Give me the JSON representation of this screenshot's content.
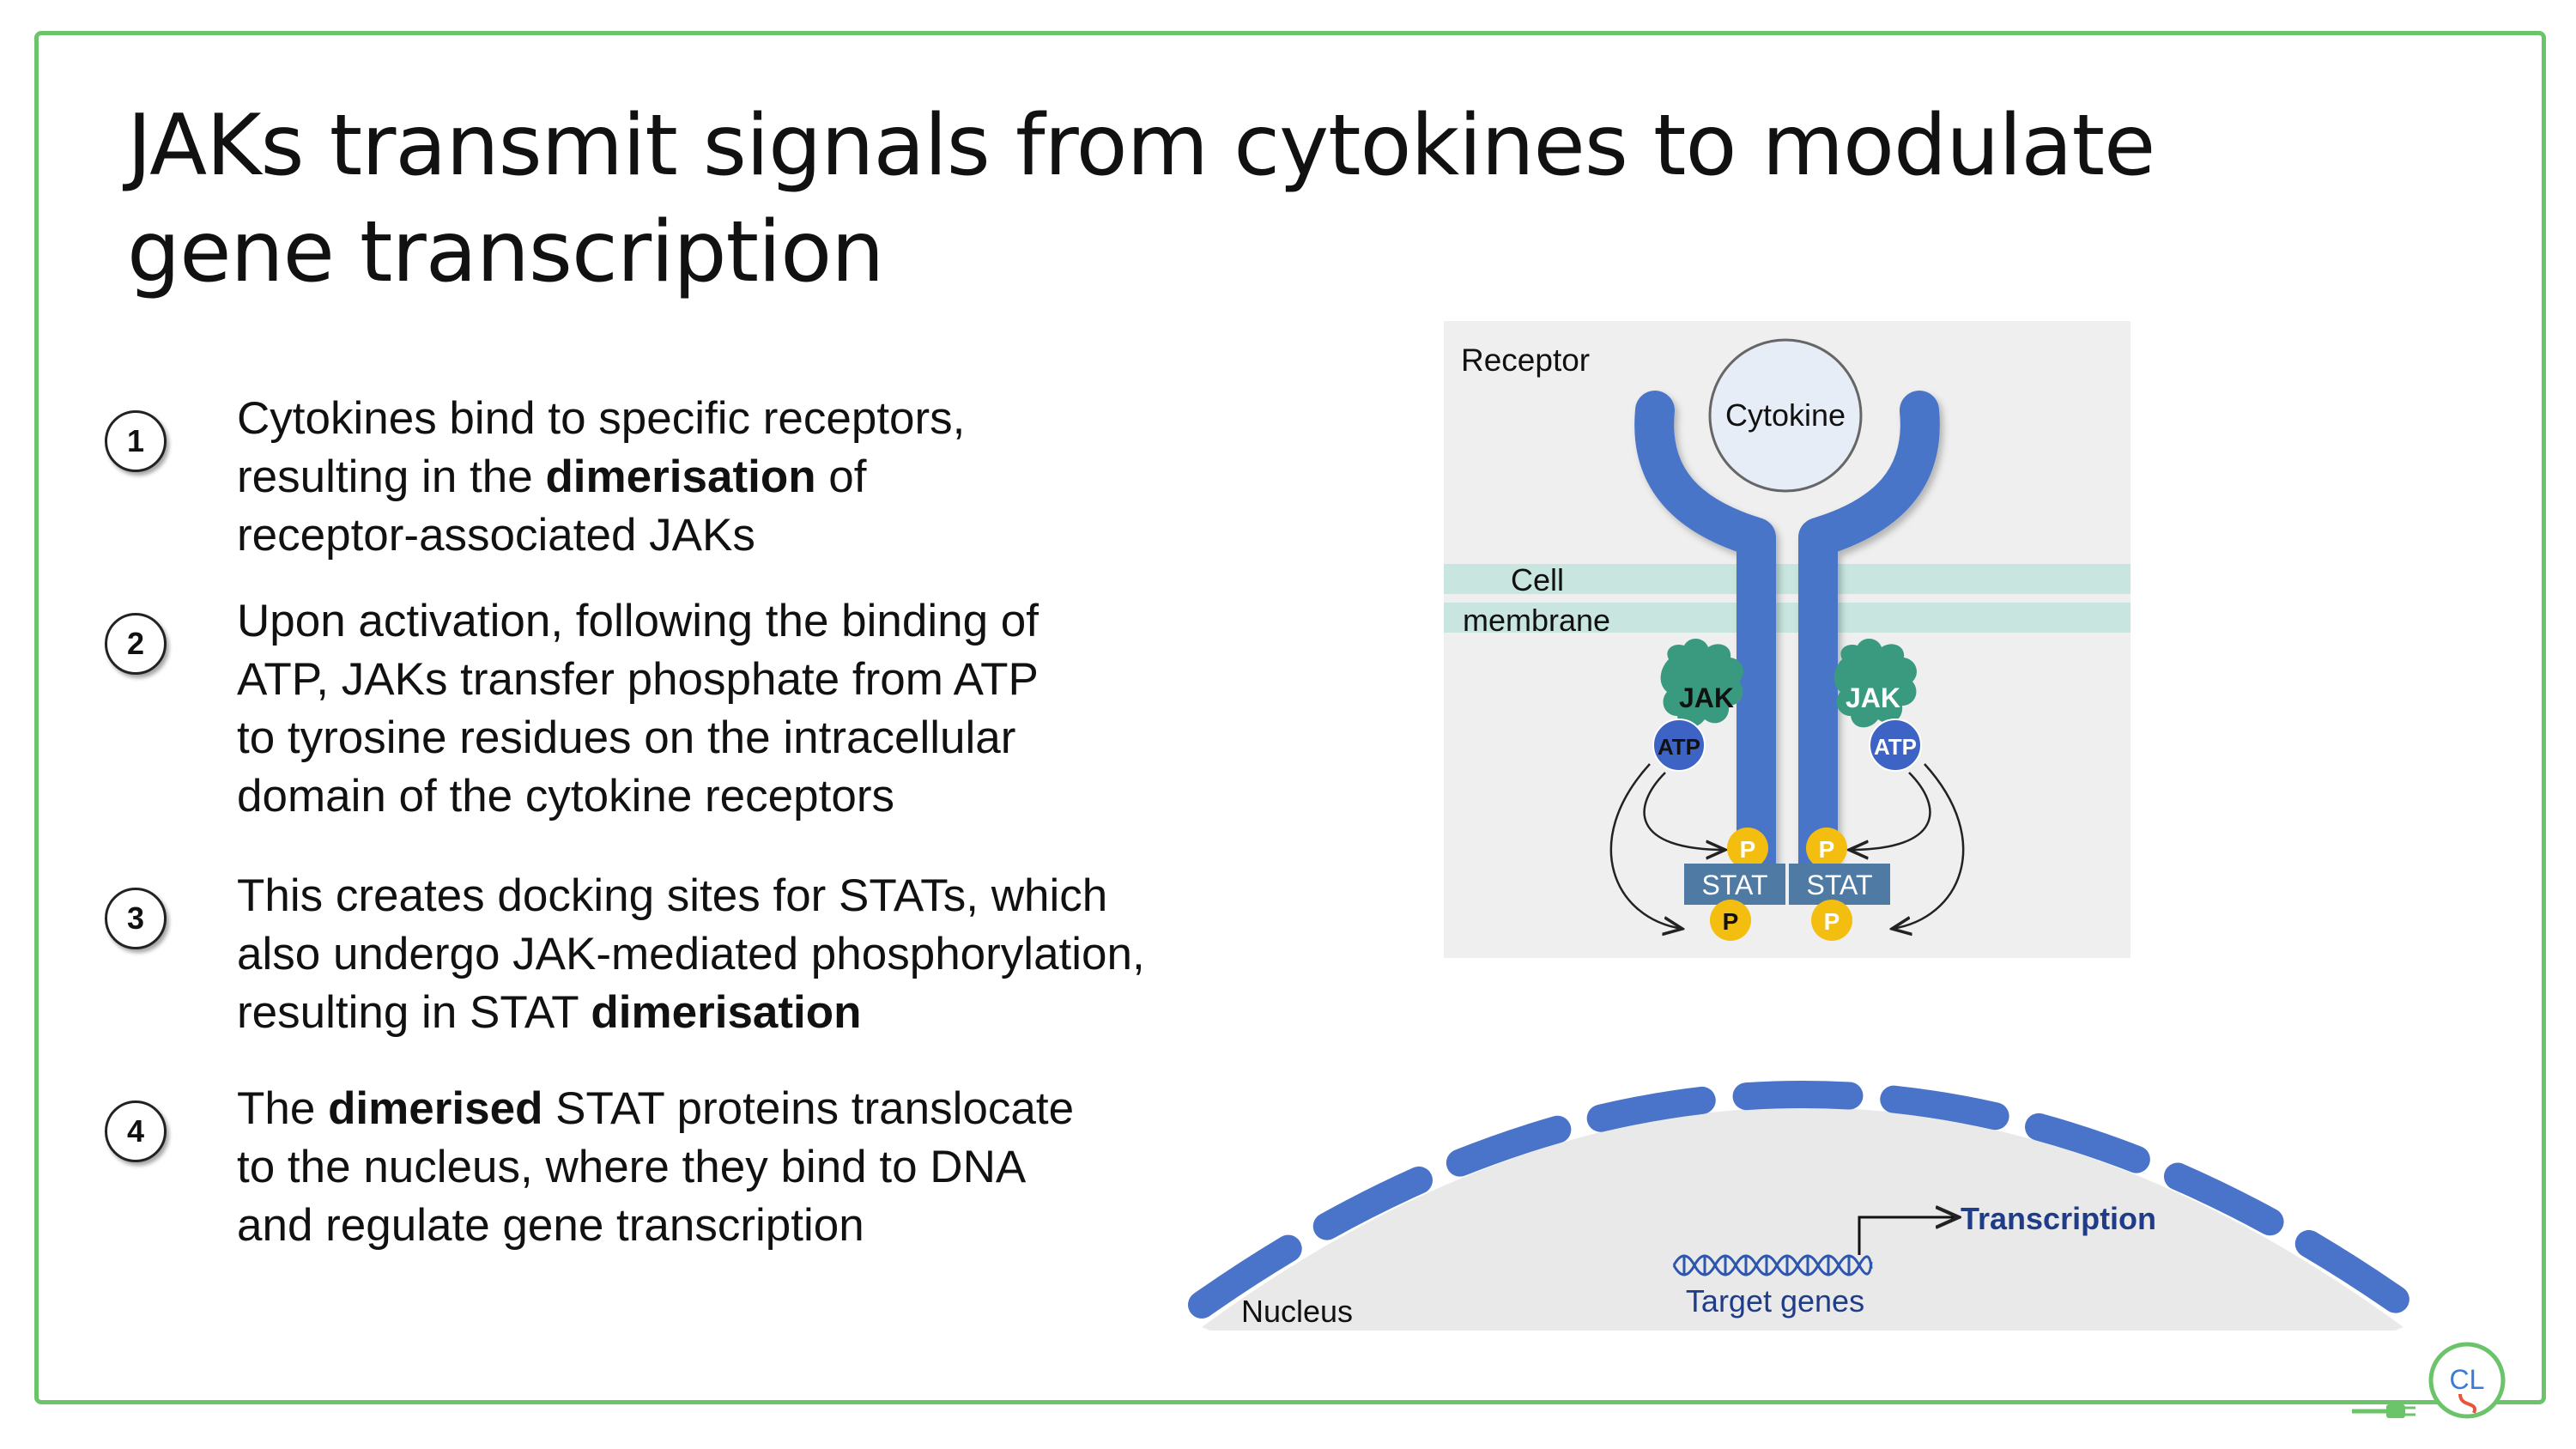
{
  "slide": {
    "title_lines": [
      "JAKs transmit signals from cytokines to modulate",
      "gene transcription"
    ]
  },
  "steps": [
    {
      "number": "1",
      "parts": [
        {
          "text": "Cytokines bind to specific receptors,",
          "br": true
        },
        {
          "text": "resulting in the "
        },
        {
          "text": "dimerisation",
          "bold": true
        },
        {
          "text": " of",
          "br": true
        },
        {
          "text": "receptor-associated JAKs"
        }
      ]
    },
    {
      "number": "2",
      "parts": [
        {
          "text": "Upon activation, following the binding of",
          "br": true
        },
        {
          "text": "ATP, JAKs transfer phosphate from ATP",
          "br": true
        },
        {
          "text": "to tyrosine residues on the intracellular",
          "br": true
        },
        {
          "text": "domain of the cytokine receptors"
        }
      ]
    },
    {
      "number": "3",
      "parts": [
        {
          "text": "This creates docking sites for STATs, which",
          "br": true
        },
        {
          "text": "also undergo JAK-mediated phosphorylation,",
          "br": true
        },
        {
          "text": "resulting in STAT "
        },
        {
          "text": "dimerisation",
          "bold": true
        }
      ]
    },
    {
      "number": "4",
      "parts": [
        {
          "text": "The "
        },
        {
          "text": "dimerised",
          "bold": true
        },
        {
          "text": " STAT proteins translocate",
          "br": true
        },
        {
          "text": "to the nucleus, where they bind to DNA",
          "br": true
        },
        {
          "text": "and regulate gene transcription"
        }
      ]
    }
  ],
  "diagram": {
    "receptor_label": "Receptor",
    "cytokine_label": "Cytokine",
    "membrane_label_1": "Cell",
    "membrane_label_2": "membrane",
    "jak_left": "JAK",
    "jak_right": "JAK",
    "atp_left": "ATP",
    "atp_right": "ATP",
    "p_label": "P",
    "stat_left": "STAT",
    "stat_right": "STAT",
    "nucleus_label": "Nucleus",
    "target_genes_label": "Target genes",
    "transcription_label": "Transcription"
  },
  "logo": {
    "text": "CL"
  },
  "colors": {
    "frame_green": "#6cc46a",
    "receptor_blue": "#4a74c9",
    "jak_teal": "#3a9a80",
    "atp_blue": "#3d64c4",
    "stat_steel": "#4e7aa3",
    "phosphate_yellow": "#f3be0f",
    "membrane_band": "#c8e6df",
    "panel_grey": "#efefef",
    "nucleus_fill": "#e9e9e9",
    "transcription_navy": "#1f3c88"
  }
}
